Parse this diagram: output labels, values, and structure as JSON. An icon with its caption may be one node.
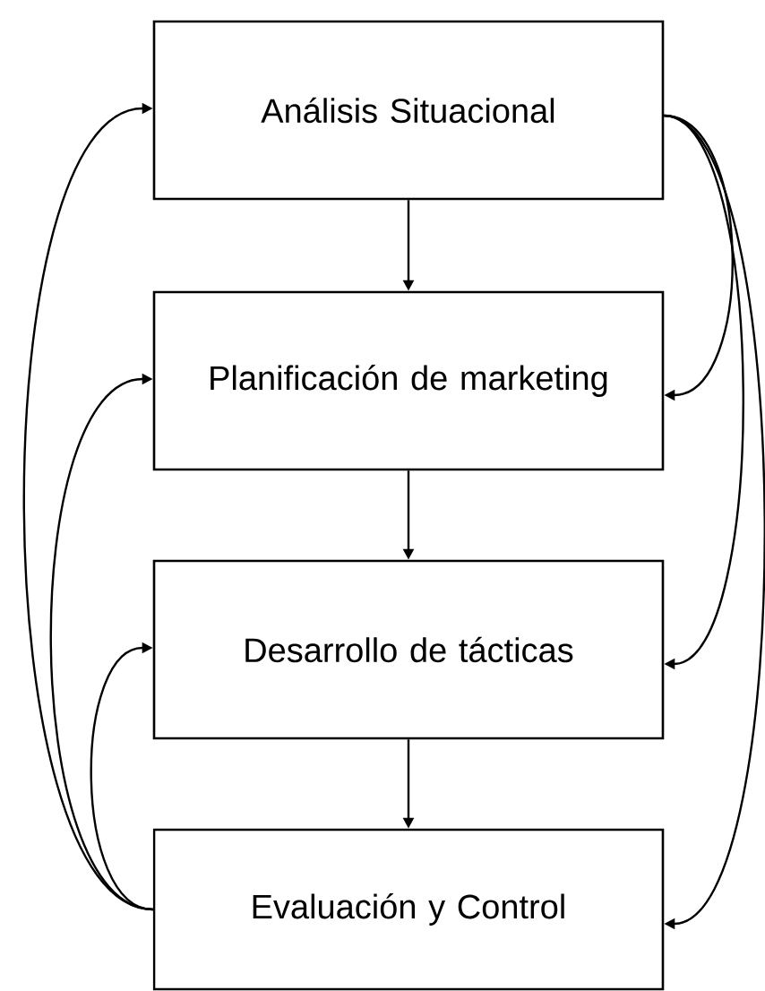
{
  "diagram": {
    "nodes": [
      {
        "text": [
          "Análisis Situacional"
        ]
      },
      {
        "text": [
          "Planificación de marketing"
        ]
      },
      {
        "text": [
          "Desarrollo de tácticas"
        ]
      },
      {
        "text": [
          "Evaluación y Control"
        ]
      }
    ],
    "edges": [
      {
        "from": 0,
        "to": 1,
        "arrow": "to"
      },
      {
        "from": 1,
        "to": 2,
        "arrow": "to"
      },
      {
        "from": 2,
        "to": 3,
        "arrow": "to"
      },
      {
        "from": 0,
        "to": 1,
        "arrow": "to"
      },
      {
        "from": 0,
        "to": 2,
        "arrow": "to"
      },
      {
        "from": 0,
        "to": 3,
        "arrow": "to"
      },
      {
        "from": 3,
        "to": 0,
        "arrow": "to"
      },
      {
        "from": 3,
        "to": 1,
        "arrow": "to"
      },
      {
        "from": 3,
        "to": 2,
        "arrow": "to"
      }
    ]
  }
}
